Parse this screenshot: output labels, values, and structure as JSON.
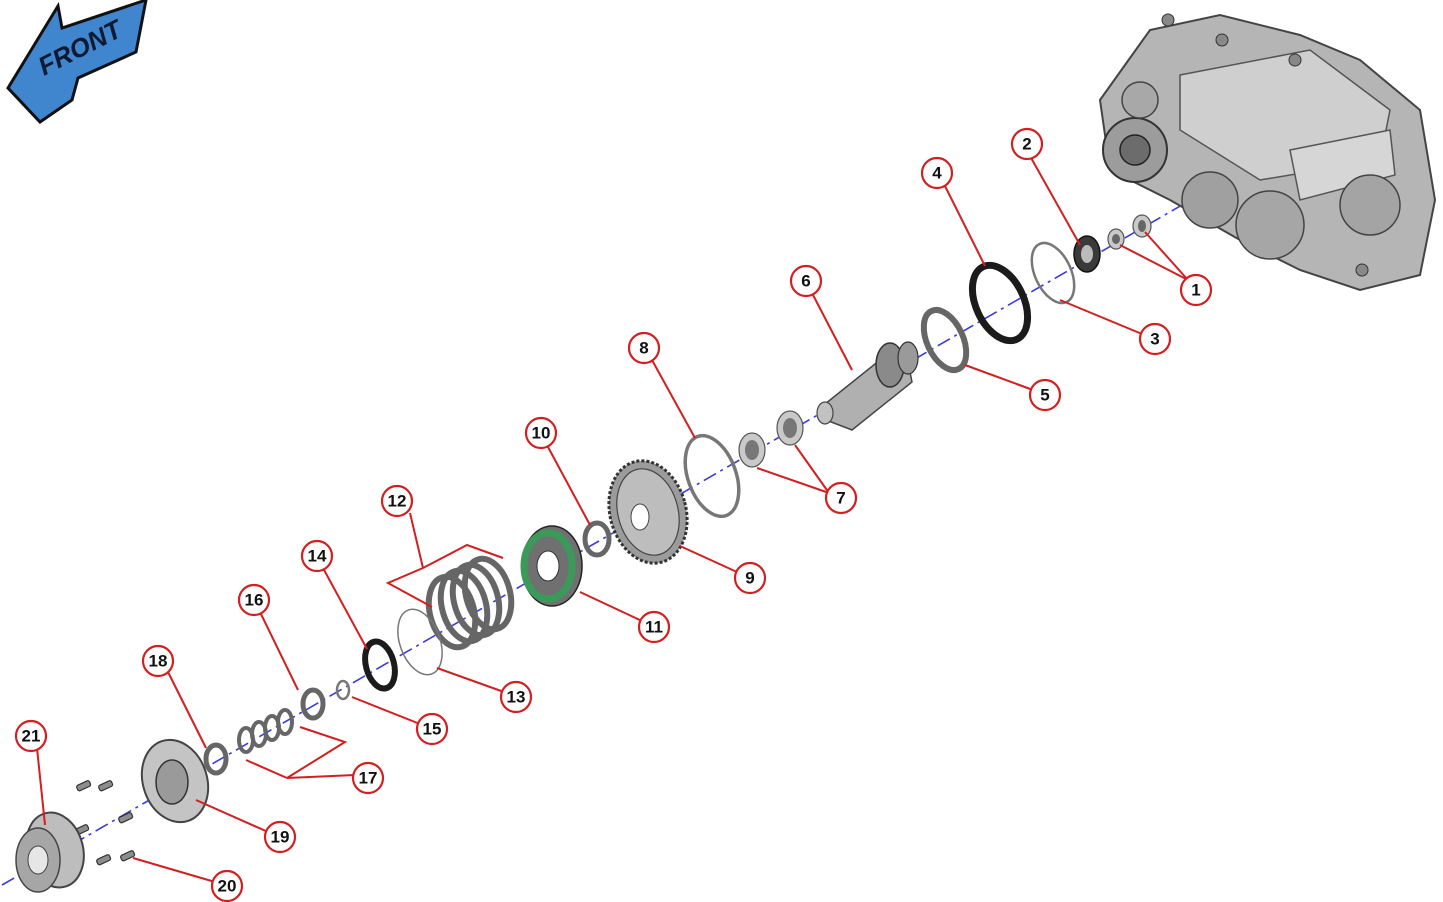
{
  "front_label": "FRONT",
  "colors": {
    "callout_red": "#d21f1f",
    "axis_blue": "#3a3adf",
    "arrow_blue": "#3f86cf",
    "bearing_green": "#3b9a5a"
  },
  "callouts": {
    "c1": "1",
    "c2": "2",
    "c3": "3",
    "c4": "4",
    "c5": "5",
    "c6": "6",
    "c7": "7",
    "c8": "8",
    "c9": "9",
    "c10": "10",
    "c11": "11",
    "c12": "12",
    "c13": "13",
    "c14": "14",
    "c15": "15",
    "c16": "16",
    "c17": "17",
    "c18": "18",
    "c19": "19",
    "c20": "20",
    "c21": "21"
  }
}
